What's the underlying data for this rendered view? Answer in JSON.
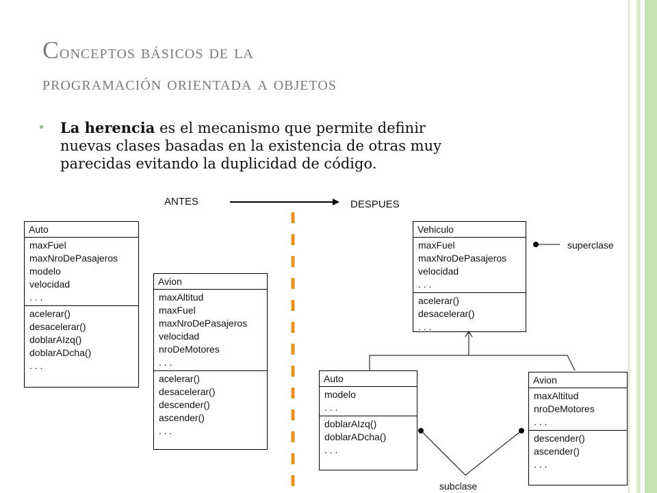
{
  "slide": {
    "title_line1_cap": "C",
    "title_line1_rest": "onceptos básicos de la",
    "title_line2": "programación orientada a objetos",
    "bullet_bold": "La herencia",
    "bullet_rest_line1": " es el mecanismo que permite definir",
    "bullet_line2": "nuevas clases basadas en la existencia de otras muy",
    "bullet_line3": "parecidas evitando la duplicidad de código."
  },
  "diagram": {
    "antes_label": "ANTES",
    "despues_label": "DESPUES",
    "superclase_label": "superclase",
    "subclase_label": "subclase",
    "before_auto": {
      "name": "Auto",
      "attributes": [
        "maxFuel",
        "maxNroDePasajeros",
        "modelo",
        "velocidad",
        ". . ."
      ],
      "methods": [
        "acelerar()",
        "desacelerar()",
        "doblarAIzq()",
        "doblarADcha()",
        ". . ."
      ]
    },
    "before_avion": {
      "name": "Avion",
      "attributes": [
        "maxAltitud",
        "maxFuel",
        "maxNroDePasajeros",
        "velocidad",
        "nroDeMotores",
        ". . ."
      ],
      "methods": [
        "acelerar()",
        "desacelerar()",
        "descender()",
        "ascender()",
        ". . ."
      ]
    },
    "after_vehiculo": {
      "name": "Vehiculo",
      "attributes": [
        "maxFuel",
        "maxNroDePasajeros",
        "velocidad",
        ". . ."
      ],
      "methods": [
        "acelerar()",
        "desacelerar()",
        ". . ."
      ]
    },
    "after_auto": {
      "name": "Auto",
      "attributes": [
        "modelo",
        ". . ."
      ],
      "methods": [
        "doblarAIzq()",
        "doblarADcha()",
        ". . ."
      ]
    },
    "after_avion": {
      "name": "Avion",
      "attributes": [
        "maxAltitud",
        "nroDeMotores",
        ". . ."
      ],
      "methods": [
        "descender()",
        "ascender()",
        ". . ."
      ]
    }
  },
  "colors": {
    "frame_green": "#c6e3b4",
    "divider_orange": "#e8921c",
    "title_gray": "#7a7a7a"
  }
}
